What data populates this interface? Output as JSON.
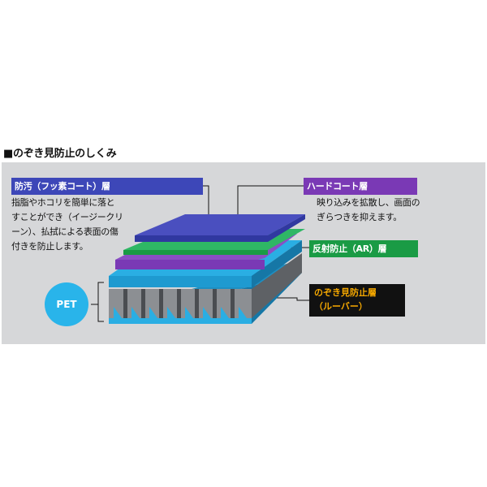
{
  "heading": "■のぞき見防止のしくみ",
  "labels": {
    "antifouling": {
      "title": "防汚（フッ素コート）層",
      "color": "#3d47b8",
      "desc": [
        "指脂やホコリを簡単に落と",
        "すことができ（イージークリ",
        "ーン）、払拭による表面の傷",
        "付きを防止します。"
      ]
    },
    "hardcoat": {
      "title": "ハードコート層",
      "color": "#7a39b5",
      "desc": [
        "映り込みを拡散し、画面の",
        "ぎらつきを抑えます。"
      ]
    },
    "ar": {
      "title": "反射防止（AR）層",
      "color": "#1a9b45"
    },
    "louver": {
      "title_line1": "のぞき見防止層",
      "title_line2": "（ルーバー）",
      "color": "#f5a800"
    },
    "pet": {
      "title": "PET",
      "color": "#29b4ea"
    }
  },
  "colors": {
    "panel_bg": "#d6d7d9",
    "layer_blue_top": "#4a4fbf",
    "layer_green": "#2fb765",
    "layer_purple": "#8a4fc4",
    "layer_cyan": "#2aaee3",
    "louver_gray": "#8c8f93"
  }
}
